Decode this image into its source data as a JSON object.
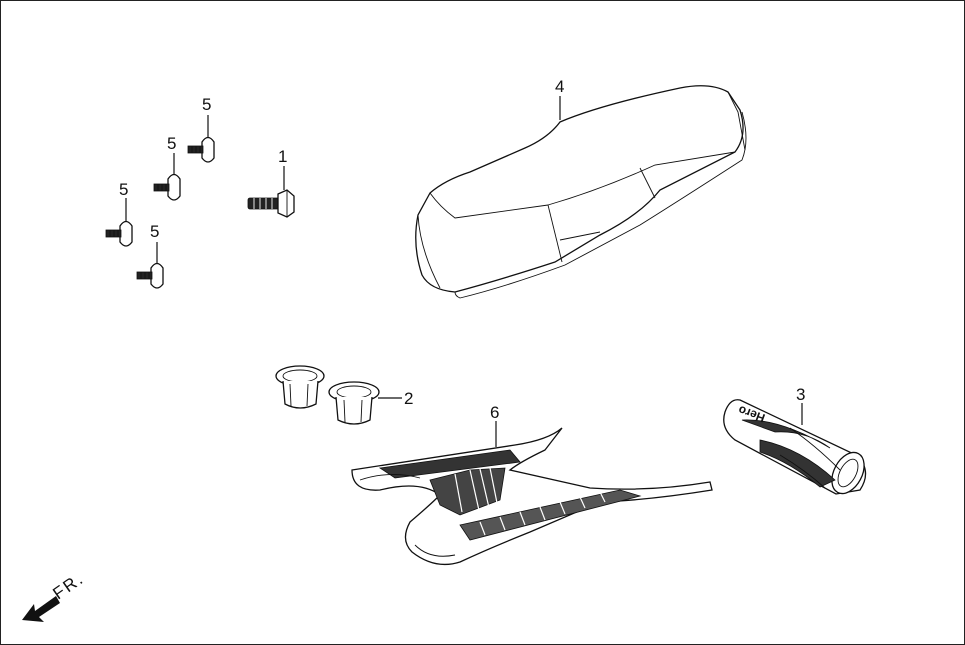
{
  "callouts": {
    "bolt": "1",
    "grommets": "2",
    "grip": "3",
    "seat": "4",
    "screw_a": "5",
    "screw_b": "5",
    "screw_c": "5",
    "screw_d": "5",
    "floor_mat": "6"
  },
  "grip_logo": "Hero",
  "direction": {
    "label": "FR."
  }
}
